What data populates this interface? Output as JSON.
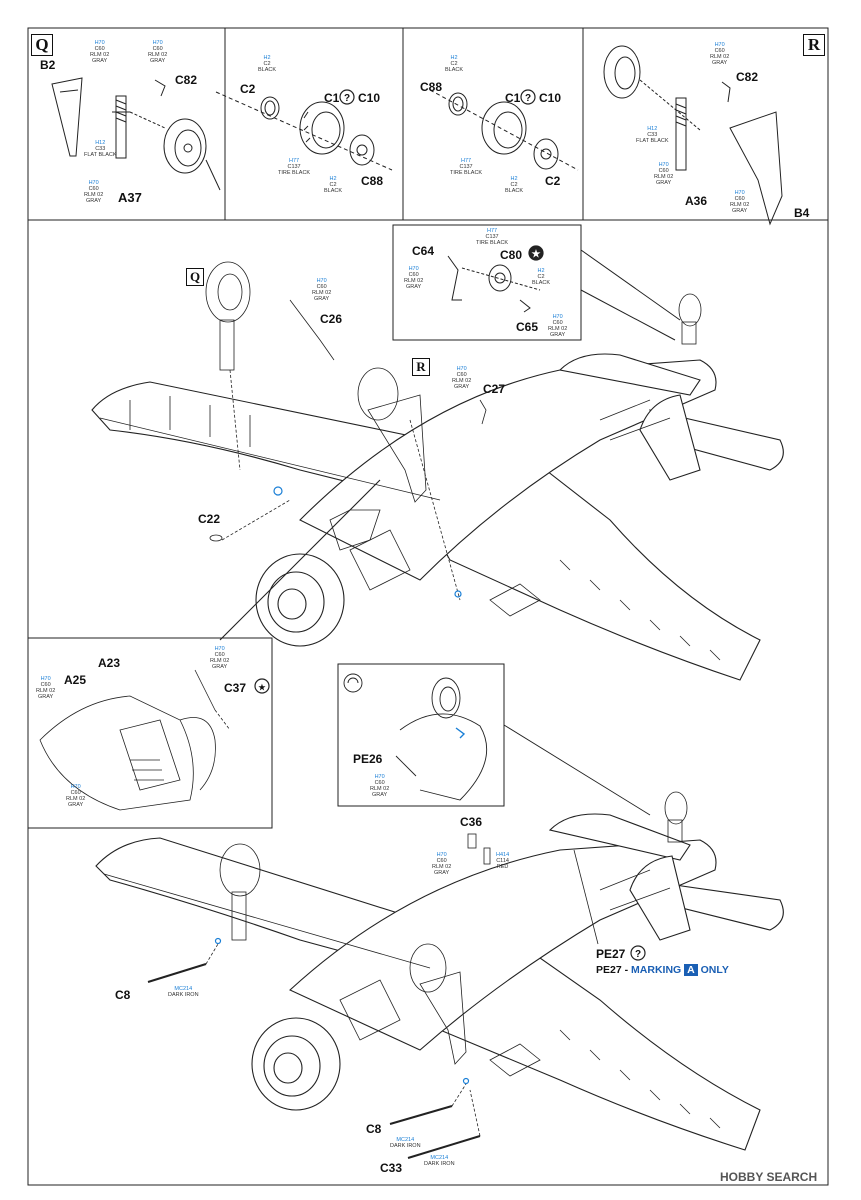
{
  "panels": {
    "q_box": "Q",
    "r_box": "R",
    "q_main": "Q",
    "r_main": "R"
  },
  "top": {
    "p1": {
      "B2": "B2",
      "C82": "C82",
      "A37": "A37",
      "c_c82": [
        "H70",
        "C60",
        "RLM 02",
        "GRAY"
      ],
      "c_b2": [
        "H70",
        "C60",
        "RLM 02",
        "GRAY"
      ],
      "c_a37": [
        "H12",
        "C33",
        "FLAT BLACK"
      ],
      "c_bot": [
        "H70",
        "C60",
        "RLM 02",
        "GRAY"
      ]
    },
    "p2": {
      "C2": "C2",
      "C1": "C1",
      "C10": "C10",
      "C88": "C88",
      "c_top": [
        "H2",
        "C2",
        "BLACK"
      ],
      "c_tire": [
        "H77",
        "C137",
        "TIRE BLACK"
      ],
      "c_hub": [
        "H2",
        "C2",
        "BLACK"
      ]
    },
    "p3": {
      "C88": "C88",
      "C1": "C1",
      "C10": "C10",
      "C2": "C2",
      "c_top": [
        "H2",
        "C2",
        "BLACK"
      ],
      "c_tire": [
        "H77",
        "C137",
        "TIRE BLACK"
      ],
      "c_hub": [
        "H2",
        "C2",
        "BLACK"
      ]
    },
    "p4": {
      "C82": "C82",
      "A36": "A36",
      "B4": "B4",
      "c_top": [
        "H70",
        "C60",
        "RLM 02",
        "GRAY"
      ],
      "c_strut": [
        "H12",
        "C33",
        "FLAT BLACK"
      ],
      "c_mid": [
        "H70",
        "C60",
        "RLM 02",
        "GRAY"
      ],
      "c_b4": [
        "H70",
        "C60",
        "RLM 02",
        "GRAY"
      ]
    }
  },
  "tailwheel": {
    "C64": "C64",
    "C80": "C80",
    "C65": "C65",
    "c_tire": [
      "H77",
      "C137",
      "TIRE BLACK"
    ],
    "c_left": [
      "H70",
      "C60",
      "RLM 02",
      "GRAY"
    ],
    "c_hub": [
      "H2",
      "C2",
      "BLACK"
    ],
    "c_c65": [
      "H70",
      "C60",
      "RLM 02",
      "GRAY"
    ]
  },
  "main": {
    "C26": "C26",
    "C27": "C27",
    "C22": "C22",
    "c_c26": [
      "H70",
      "C60",
      "RLM 02",
      "GRAY"
    ],
    "c_c27": [
      "H70",
      "C60",
      "RLM 02",
      "GRAY"
    ]
  },
  "inset": {
    "A23": "A23",
    "A25": "A25",
    "C37": "C37",
    "c_c37": [
      "H70",
      "C60",
      "RLM 02",
      "GRAY"
    ],
    "c_a25": [
      "H70",
      "C60",
      "RLM 02",
      "GRAY"
    ],
    "c_bot": [
      "H70",
      "C60",
      "RLM 02",
      "GRAY"
    ]
  },
  "pe": {
    "PE26": "PE26",
    "c_pe26": [
      "H70",
      "C60",
      "RLM 02",
      "GRAY"
    ]
  },
  "lower": {
    "C36": "C36",
    "C8a": "C8",
    "C8b": "C8",
    "C33": "C33",
    "PE27": "PE27",
    "c_c36l": [
      "H70",
      "C60",
      "RLM 02",
      "GRAY"
    ],
    "c_c36r": [
      "H414",
      "C114",
      "RED"
    ],
    "c_c8a": [
      "MC214",
      "DARK IRON"
    ],
    "c_c8b": [
      "MC214",
      "DARK IRON"
    ],
    "c_c33": [
      "MC214",
      "DARK IRON"
    ],
    "marking_prefix": "PE27 -",
    "marking_word": "MARKING",
    "marking_letter": "A",
    "marking_suffix": "ONLY"
  },
  "watermark": "HOBBY SEARCH"
}
